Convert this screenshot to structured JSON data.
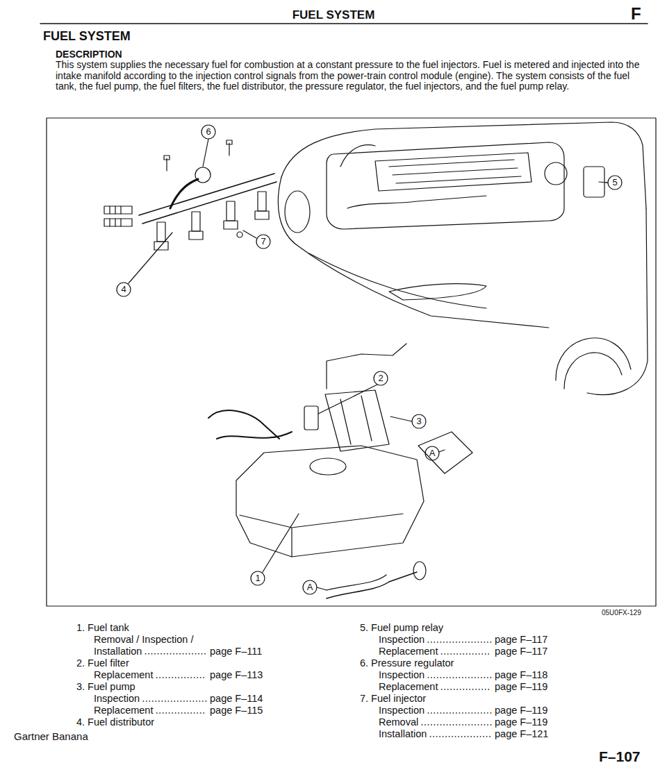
{
  "diagram": {
    "title": "FUEL SYSTEM",
    "labels": [
      "FUEL SYSTEM",
      "F",
      "DESCRIPTION",
      "This system supplies the necessary fuel for combustion at a constant pressure to the fuel injectors. Fuel is metered and injected into the intake manifold according to the injection control signals from the power-train control module (engine). The system consists of the fuel tank, the fuel pump, the fuel filters, the fuel distributor, the pressure regulator, the fuel injectors, and the fuel pump relay.",
      "6",
      "5",
      "7",
      "4",
      "2",
      "3",
      "A",
      "1",
      "A",
      "05U0FX-129",
      "1. Fuel tank",
      "Removal / Inspection / Installation",
      "page F–111",
      "2. Fuel filter",
      "Replacement",
      "page F–113",
      "3. Fuel pump",
      "Inspection",
      "page F–114",
      "Replacement",
      "page F–115",
      "4. Fuel distributor",
      "5. Fuel pump relay",
      "Inspection",
      "page F–117",
      "Replacement",
      "page F–117",
      "6. Pressure regulator",
      "Inspection",
      "page F–118",
      "Replacement",
      "page F–119",
      "7. Fuel injector",
      "Inspection",
      "page F–119",
      "Removal",
      "page F–119",
      "Installation",
      "page F–121",
      "Gartner Banana",
      "F–107"
    ]
  }
}
